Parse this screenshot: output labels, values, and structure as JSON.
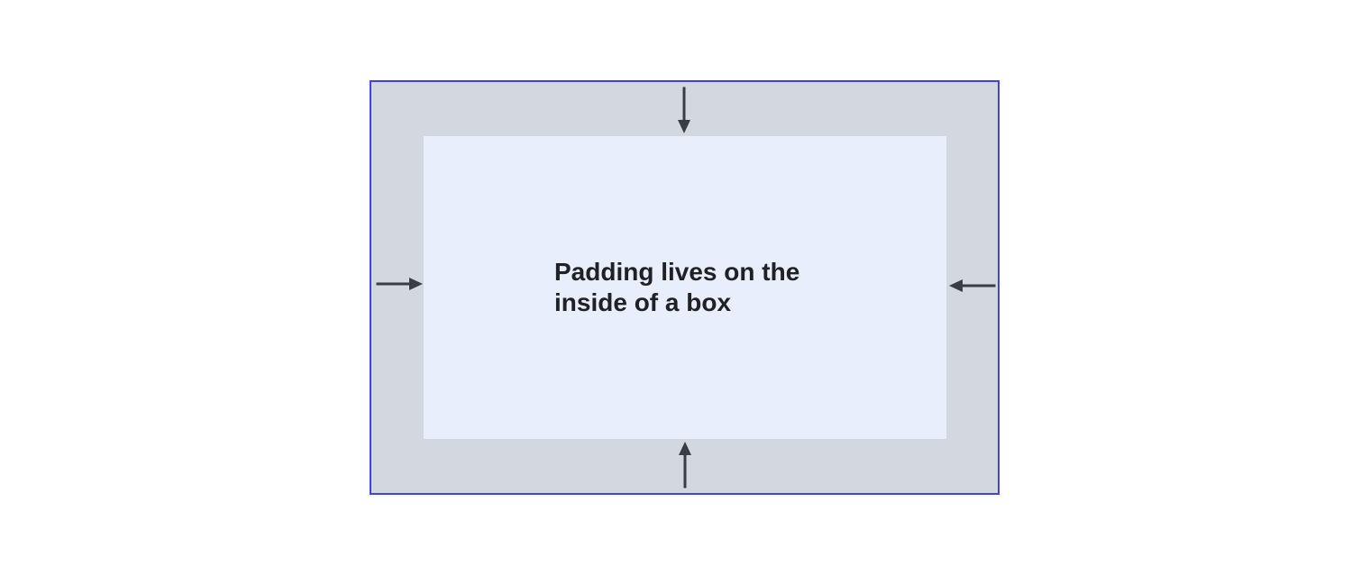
{
  "page": {
    "background": "#ffffff"
  },
  "diagram": {
    "caption": "Padding lives on the inside of a box",
    "colors": {
      "border": "#3a43ec",
      "padding_area": "#d3d7e0",
      "content_box": "#e8eefb",
      "arrow": "#3a3e44",
      "caption_text": "#202124"
    },
    "arrows": [
      {
        "icon": "arrow-down-icon",
        "side": "top",
        "direction": "down"
      },
      {
        "icon": "arrow-up-icon",
        "side": "bottom",
        "direction": "up"
      },
      {
        "icon": "arrow-right-icon",
        "side": "left",
        "direction": "right"
      },
      {
        "icon": "arrow-left-icon",
        "side": "right",
        "direction": "left"
      }
    ]
  }
}
